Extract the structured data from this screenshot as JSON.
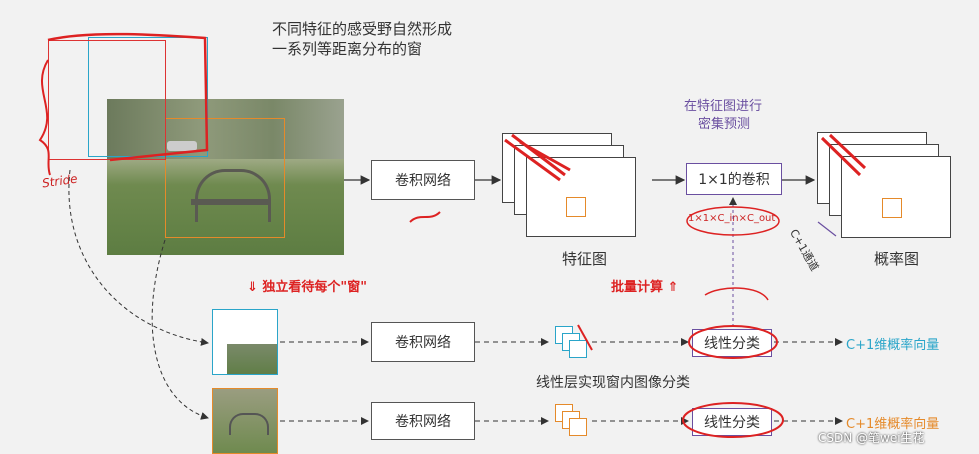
{
  "title_line1": "不同特征的感受野自然形成",
  "title_line2": "一系列等距离分布的窗",
  "stride_note": "Stride",
  "conv_net_label": "卷积网络",
  "feature_map_label": "特征图",
  "dense_pred_line1": "在特征图进行",
  "dense_pred_line2": "密集预测",
  "conv1x1_label": "1×1的卷积",
  "conv_formula": "1×1×C_in×C_out",
  "channels_label": "C+1通道",
  "prob_map_label": "概率图",
  "independent_label": "⇓ 独立看待每个\"窗\"",
  "batch_label": "批量计算 ⇑",
  "linear_classify_label": "线性分类",
  "linear_layer_note": "线性层实现窗内图像分类",
  "prob_vector_label_1": "C+1维概率向量",
  "prob_vector_label_2": "C+1维概率向量",
  "watermark": "CSDN @笔wei生花",
  "colors": {
    "cyan": "#2aa5c9",
    "orange": "#e58a2a",
    "red": "#d22",
    "purple": "#6a4fa0"
  }
}
